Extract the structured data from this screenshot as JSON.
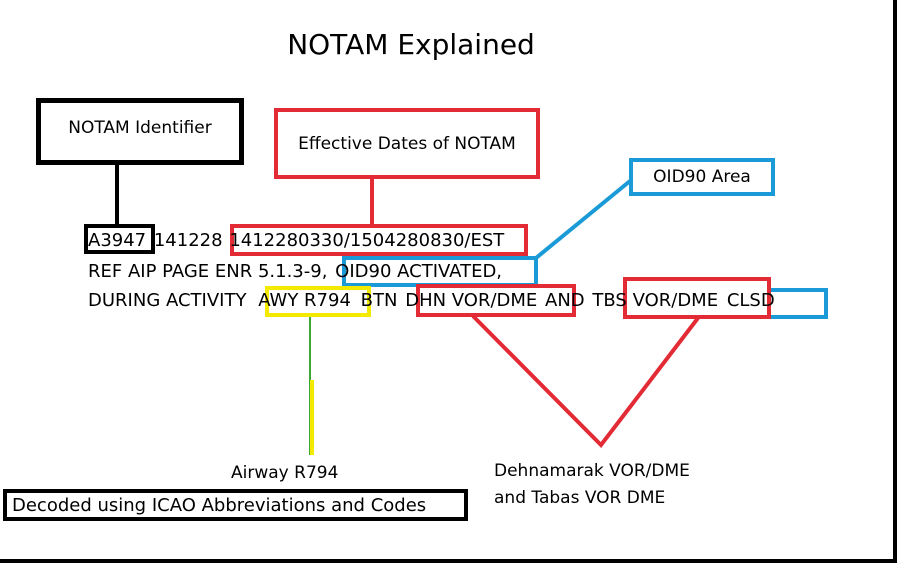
{
  "title": "NOTAM Explained",
  "callouts": {
    "identifier": "NOTAM Identifier",
    "effective_dates": "Effective Dates of NOTAM",
    "area": "OID90 Area",
    "airway": "Airway R794",
    "vor_line1": "Dehnamarak VOR/DME",
    "vor_line2": "and Tabas VOR DME",
    "decoded": "Decoded using ICAO Abbreviations and Codes"
  },
  "notam": {
    "line1_a": "A3947",
    "line1_b": "141228",
    "line1_c": "1412280330/1504280830/EST",
    "line2_a": "REF AIP PAGE ENR 5.1.3-9,",
    "line2_b": "OID90 ACTIVATED,",
    "line3_a": "DURING ACTIVITY",
    "line3_b": "AWY R794",
    "line3_c": "BTN",
    "line3_d": "DHN VOR/DME",
    "line3_e": "AND",
    "line3_f": "TBS VOR/DME",
    "line3_g": "CLSD"
  },
  "colors": {
    "black": "#000000",
    "red": "#e32b36",
    "blue": "#1a9ad6",
    "yellow": "#f3ea00",
    "green": "#3ea832"
  }
}
